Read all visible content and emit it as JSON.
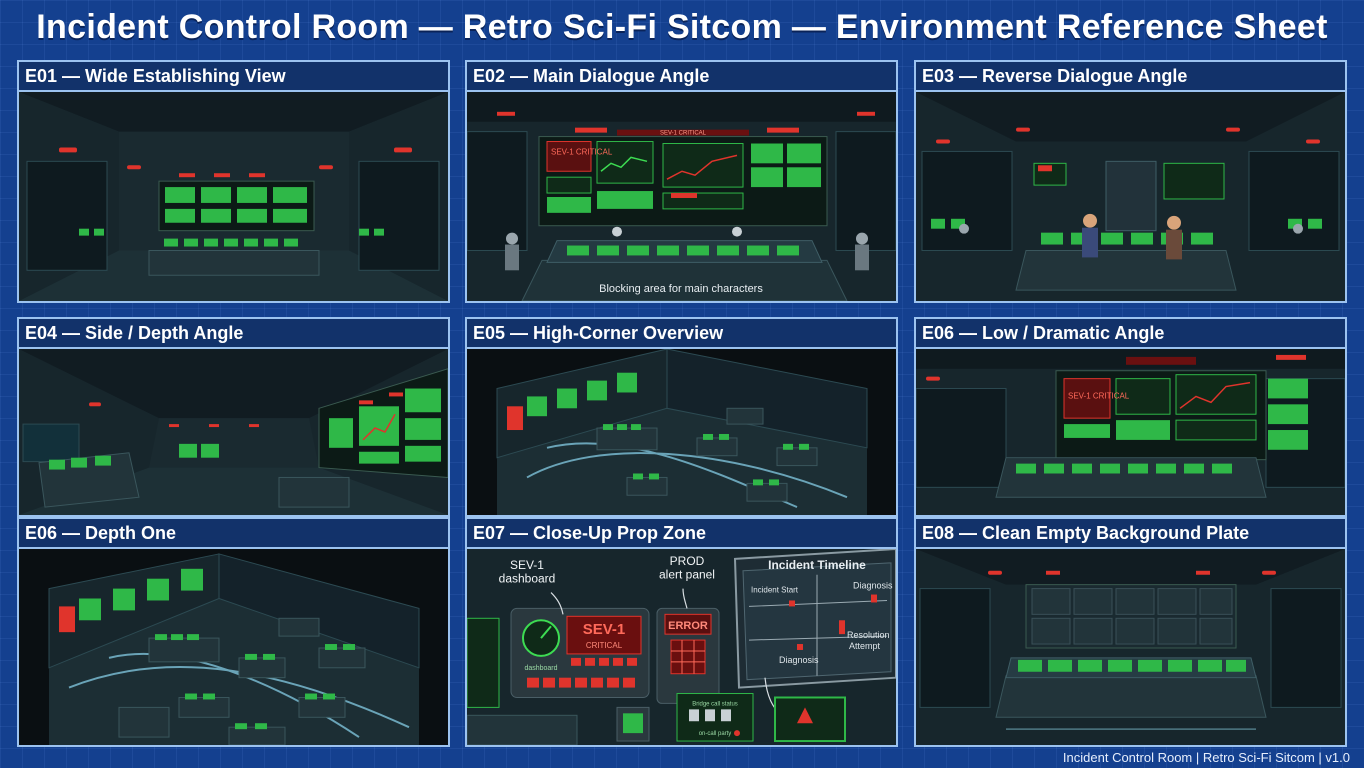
{
  "sheet": {
    "title": "Incident Control Room — Retro Sci-Fi Sitcom — Environment Reference Sheet",
    "footer": "Incident Control Room | Retro Sci-Fi Sitcom | v1.0"
  },
  "panels": [
    {
      "label": "E01 — Wide Establishing View"
    },
    {
      "label": "E02 — Main Dialogue Angle"
    },
    {
      "label": "E03 — Reverse Dialogue Angle"
    },
    {
      "label": "E04 — Side / Depth Angle"
    },
    {
      "label": "E05 — High-Corner Overview"
    },
    {
      "label": "E06 — Low / Dramatic Angle"
    },
    {
      "label": "E06 — Depth One"
    },
    {
      "label": "E07 — Close-Up Prop Zone"
    },
    {
      "label": "E08 — Clean Empty Background Plate"
    }
  ],
  "scene_text": {
    "e02_screen": "SEV-1 CRITICAL",
    "e02_sign": "SEV-1 CRITICAL",
    "e02_blocking": "Blocking area for main characters",
    "e06_screen": "SEV-1 CRITICAL",
    "e07_sev_callout_1": "SEV-1",
    "e07_sev_callout_2": "dashboard",
    "e07_prod_callout_1": "PROD",
    "e07_prod_callout_2": "alert panel",
    "e07_sev_screen": "SEV-1",
    "e07_sev_sub": "CRITICAL",
    "e07_gauge_label": "dashboard",
    "e07_error": "ERROR",
    "e07_timeline_title": "Incident Timeline",
    "e07_tl_start": "Incident Start",
    "e07_tl_diag": "Diagnosis",
    "e07_tl_res1": "Resolution",
    "e07_tl_res2": "Attempt",
    "e07_tl_diag2": "Diagnosis",
    "e07_bridge_1": "Bridge call status",
    "e07_bridge_2": "on-call party"
  },
  "colors": {
    "alarm_red": "#e0342c",
    "screen_green": "#3ddc52",
    "room_dark": "#14222a",
    "panel_border": "#9cc3f0"
  }
}
